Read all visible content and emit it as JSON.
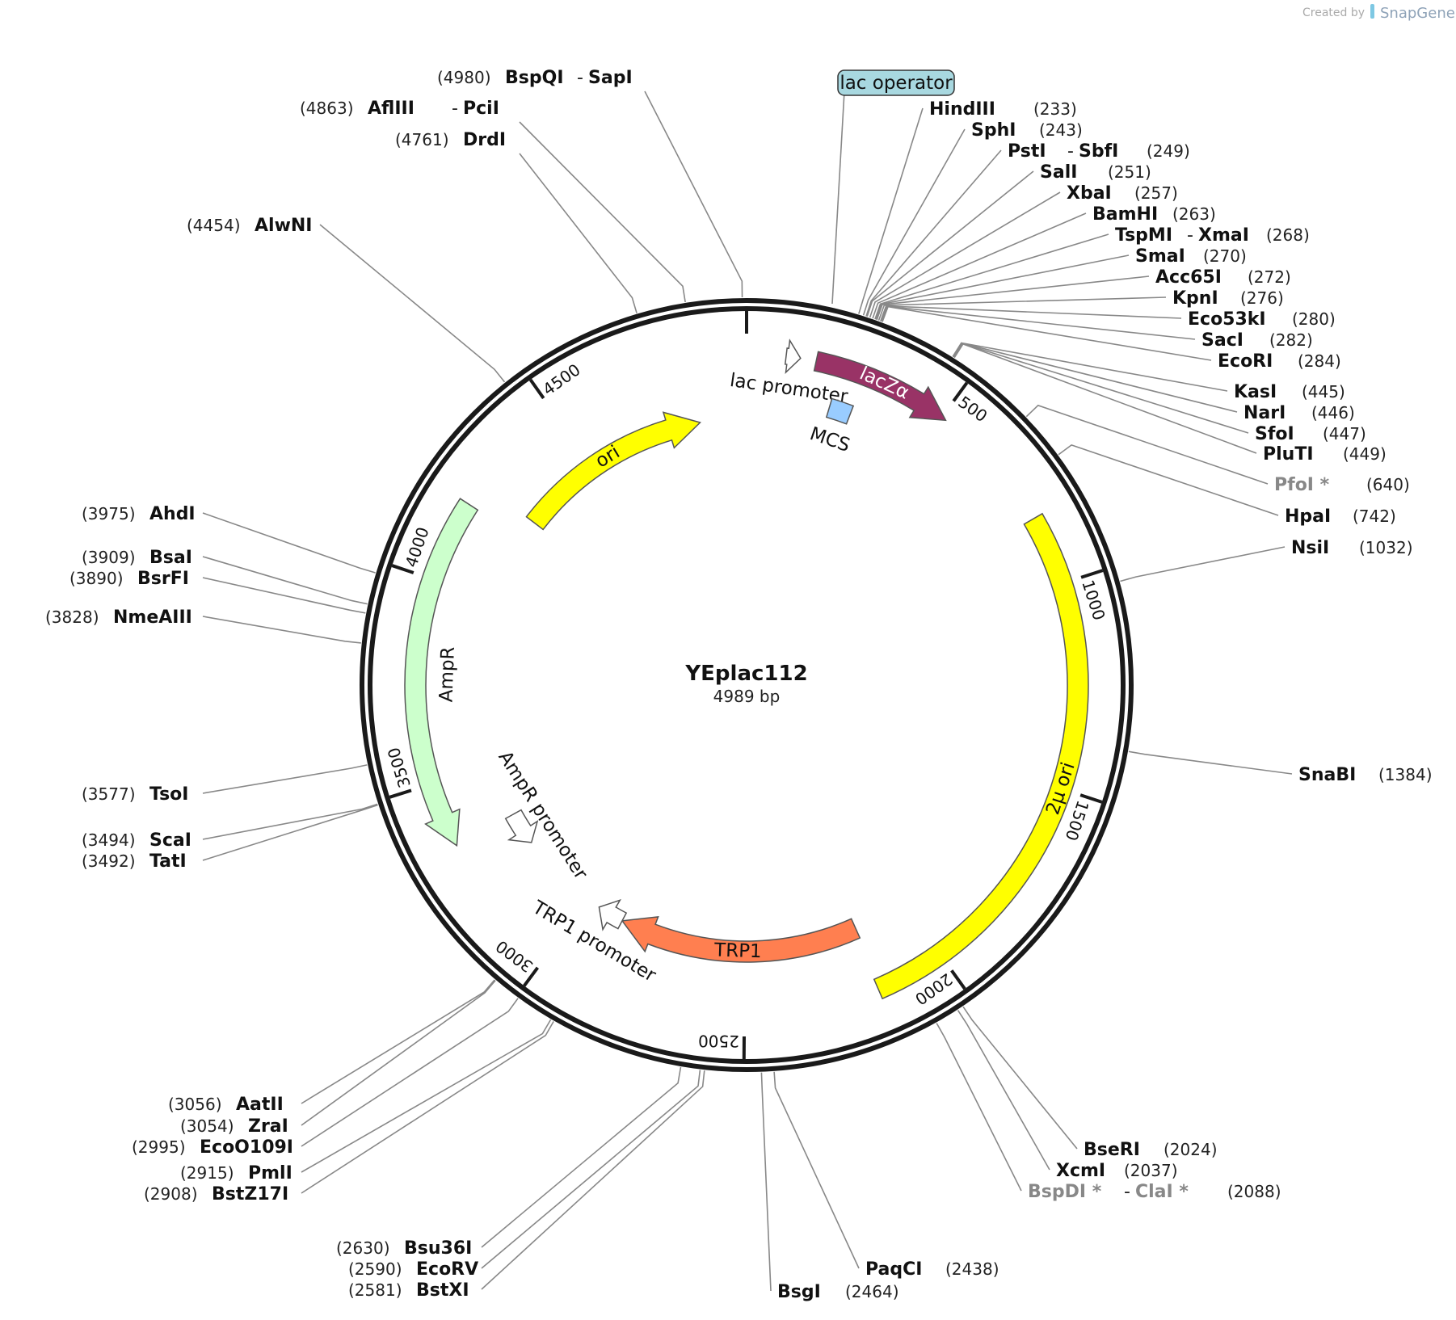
{
  "watermark": {
    "prefix": "Created by",
    "brand": "SnapGene"
  },
  "plasmid": {
    "name": "YEplac112",
    "length_label": "4989 bp",
    "length_bp": 4989
  },
  "ticks": [
    {
      "bp": 0,
      "label": ""
    },
    {
      "bp": 500,
      "label": "500"
    },
    {
      "bp": 1000,
      "label": "1000"
    },
    {
      "bp": 1500,
      "label": "1500"
    },
    {
      "bp": 2000,
      "label": "2000"
    },
    {
      "bp": 2500,
      "label": "2500"
    },
    {
      "bp": 3000,
      "label": "3000"
    },
    {
      "bp": 3500,
      "label": "3500"
    },
    {
      "bp": 4000,
      "label": "4000"
    },
    {
      "bp": 4500,
      "label": "4500"
    }
  ],
  "features": [
    {
      "name": "ori",
      "start": 4260,
      "end": 4850,
      "direction": "forward",
      "color": "#ffff00",
      "track": "inner"
    },
    {
      "name": "lacZα",
      "start": 168,
      "end": 512,
      "direction": "forward",
      "color": "#993366",
      "track": "outer"
    },
    {
      "name": "lac promoter",
      "start": 95,
      "end": 130,
      "direction": "forward",
      "color": "#ffffff",
      "track": "outer"
    },
    {
      "name": "MCS",
      "start": 230,
      "end": 290,
      "direction": "none",
      "color": "#99ccff",
      "track": "mcs"
    },
    {
      "name": "2μ ori",
      "start": 830,
      "end": 2170,
      "direction": "none",
      "color": "#ffff00",
      "track": "inner"
    },
    {
      "name": "TRP1",
      "start": 2160,
      "end": 2880,
      "direction": "forward",
      "color": "#ff7f50",
      "track": "mid"
    },
    {
      "name": "TRP1 promoter",
      "start": 2880,
      "end": 2960,
      "direction": "forward",
      "color": "#ffffff",
      "track": "mid"
    },
    {
      "name": "AmpR",
      "start": 3340,
      "end": 4200,
      "direction": "reverse",
      "color": "#ccffcc",
      "track": "inner"
    },
    {
      "name": "AmpR promoter",
      "start": 3240,
      "end": 3340,
      "direction": "reverse",
      "color": "#ffffff",
      "track": "inner"
    }
  ],
  "feature_box": {
    "name": "lac operator",
    "color": "#a8d8e0"
  },
  "sites": [
    {
      "name": "BspQI",
      "pos": "(4980)",
      "extra": "SapI",
      "bp": 4980,
      "dim": false
    },
    {
      "name": "AflIII",
      "pos": "(4863)",
      "extra": "PciI",
      "bp": 4863,
      "dim": false
    },
    {
      "name": "DrdI",
      "pos": "(4761)",
      "extra": "",
      "bp": 4761,
      "dim": false
    },
    {
      "name": "AlwNI",
      "pos": "(4454)",
      "extra": "",
      "bp": 4454,
      "dim": false
    },
    {
      "name": "AhdI",
      "pos": "(3975)",
      "extra": "",
      "bp": 3975,
      "dim": false
    },
    {
      "name": "BsaI",
      "pos": "(3909)",
      "extra": "",
      "bp": 3909,
      "dim": false
    },
    {
      "name": "BsrFI",
      "pos": "(3890)",
      "extra": "",
      "bp": 3890,
      "dim": false
    },
    {
      "name": "NmeAIII",
      "pos": "(3828)",
      "extra": "",
      "bp": 3828,
      "dim": false
    },
    {
      "name": "TsoI",
      "pos": "(3577)",
      "extra": "",
      "bp": 3577,
      "dim": false
    },
    {
      "name": "ScaI",
      "pos": "(3494)",
      "extra": "",
      "bp": 3494,
      "dim": false
    },
    {
      "name": "TatI",
      "pos": "(3492)",
      "extra": "",
      "bp": 3492,
      "dim": false
    },
    {
      "name": "AatII",
      "pos": "(3056)",
      "extra": "",
      "bp": 3056,
      "dim": false
    },
    {
      "name": "ZraI",
      "pos": "(3054)",
      "extra": "",
      "bp": 3054,
      "dim": false
    },
    {
      "name": "EcoO109I",
      "pos": "(2995)",
      "extra": "",
      "bp": 2995,
      "dim": false
    },
    {
      "name": "PmlI",
      "pos": "(2915)",
      "extra": "",
      "bp": 2915,
      "dim": false
    },
    {
      "name": "BstZ17I",
      "pos": "(2908)",
      "extra": "",
      "bp": 2908,
      "dim": false
    },
    {
      "name": "Bsu36I",
      "pos": "(2630)",
      "extra": "",
      "bp": 2630,
      "dim": false
    },
    {
      "name": "EcoRV",
      "pos": "(2590)",
      "extra": "",
      "bp": 2590,
      "dim": false
    },
    {
      "name": "BstXI",
      "pos": "(2581)",
      "extra": "",
      "bp": 2581,
      "dim": false
    },
    {
      "name": "BsgI",
      "pos": "(2464)",
      "extra": "",
      "bp": 2464,
      "dim": false
    },
    {
      "name": "PaqCI",
      "pos": "(2438)",
      "extra": "",
      "bp": 2438,
      "dim": false
    },
    {
      "name": "BseRI",
      "pos": "(2024)",
      "extra": "",
      "bp": 2024,
      "dim": false
    },
    {
      "name": "XcmI",
      "pos": "(2037)",
      "extra": "",
      "bp": 2037,
      "dim": false
    },
    {
      "name": "BspDI *",
      "pos": "(2088)",
      "extra": "ClaI *",
      "bp": 2088,
      "dim": true
    },
    {
      "name": "SnaBI",
      "pos": "(1384)",
      "extra": "",
      "bp": 1384,
      "dim": false
    },
    {
      "name": "NsiI",
      "pos": "(1032)",
      "extra": "",
      "bp": 1032,
      "dim": false
    },
    {
      "name": "HpaI",
      "pos": "(742)",
      "extra": "",
      "bp": 742,
      "dim": false
    },
    {
      "name": "PfoI *",
      "pos": "(640)",
      "extra": "",
      "bp": 640,
      "dim": true
    },
    {
      "name": "PluTI",
      "pos": "(449)",
      "extra": "",
      "bp": 449,
      "dim": false
    },
    {
      "name": "SfoI",
      "pos": "(447)",
      "extra": "",
      "bp": 447,
      "dim": false
    },
    {
      "name": "NarI",
      "pos": "(446)",
      "extra": "",
      "bp": 446,
      "dim": false
    },
    {
      "name": "KasI",
      "pos": "(445)",
      "extra": "",
      "bp": 445,
      "dim": false
    },
    {
      "name": "EcoRI",
      "pos": "(284)",
      "extra": "",
      "bp": 284,
      "dim": false
    },
    {
      "name": "SacI",
      "pos": "(282)",
      "extra": "",
      "bp": 282,
      "dim": false
    },
    {
      "name": "Eco53kI",
      "pos": "(280)",
      "extra": "",
      "bp": 280,
      "dim": false
    },
    {
      "name": "KpnI",
      "pos": "(276)",
      "extra": "",
      "bp": 276,
      "dim": false
    },
    {
      "name": "Acc65I",
      "pos": "(272)",
      "extra": "",
      "bp": 272,
      "dim": false
    },
    {
      "name": "SmaI",
      "pos": "(270)",
      "extra": "",
      "bp": 270,
      "dim": false
    },
    {
      "name": "TspMI",
      "pos": "(268)",
      "extra": "XmaI",
      "bp": 268,
      "dim": false
    },
    {
      "name": "BamHI",
      "pos": "(263)",
      "extra": "",
      "bp": 263,
      "dim": false
    },
    {
      "name": "XbaI",
      "pos": "(257)",
      "extra": "",
      "bp": 257,
      "dim": false
    },
    {
      "name": "SalI",
      "pos": "(251)",
      "extra": "",
      "bp": 251,
      "dim": false
    },
    {
      "name": "PstI",
      "pos": "(249)",
      "extra": "SbfI",
      "bp": 249,
      "dim": false
    },
    {
      "name": "SphI",
      "pos": "(243)",
      "extra": "",
      "bp": 243,
      "dim": false
    },
    {
      "name": "HindIII",
      "pos": "(233)",
      "extra": "",
      "bp": 233,
      "dim": false
    }
  ]
}
